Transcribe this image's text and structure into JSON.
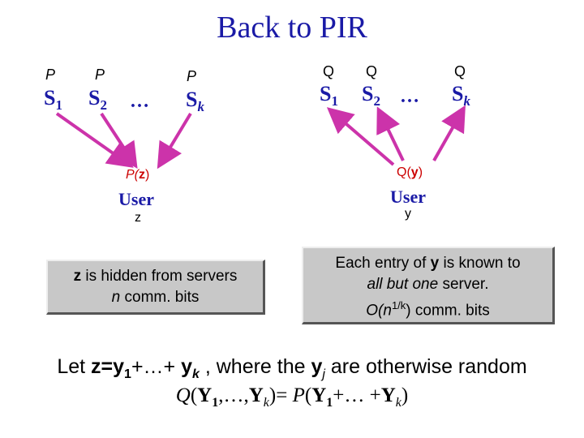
{
  "title": "Back to PIR",
  "left": {
    "query_labels": [
      "P",
      "P",
      "P"
    ],
    "servers": [
      {
        "base": "S",
        "sub": "1"
      },
      {
        "base": "S",
        "sub": "2"
      },
      {
        "base": "S",
        "sub": "k"
      }
    ],
    "dots": "…",
    "func_label": {
      "func": "P(",
      "arg": "z",
      "close": ")"
    },
    "user_label": "User",
    "user_var": "z",
    "box": {
      "line1_bold": "z",
      "line1_rest": " is hidden from servers",
      "line2_n": "n",
      "line2_rest": " comm. bits"
    }
  },
  "right": {
    "query_labels": [
      "Q",
      "Q",
      "Q"
    ],
    "servers": [
      {
        "base": "S",
        "sub": "1"
      },
      {
        "base": "S",
        "sub": "2"
      },
      {
        "base": "S",
        "sub": "k"
      }
    ],
    "dots": "…",
    "func_label": {
      "func": "Q(",
      "arg": "y",
      "close": ")"
    },
    "user_label": "User",
    "user_var": "y",
    "box": {
      "line1_pre": "Each entry of ",
      "line1_bold": "y",
      "line1_post": " is known to",
      "line2_italic": "all but one",
      "line2_rest": " server.",
      "line3_O": "O(",
      "line3_n": "n",
      "line3_exp": "1/k",
      "line3_rest": ") comm. bits"
    }
  },
  "bottom": {
    "line1": {
      "pre": "Let ",
      "z": "z",
      "eq": "=",
      "y1": "y",
      "y1sub": "1",
      "mid": "+…+ ",
      "yk": "y",
      "yksub": "k",
      "post1": " , where the ",
      "yj": "y",
      "yjsub": "j",
      "post2": " are otherwise random"
    },
    "line2": {
      "Q": "Q",
      "open": "(",
      "Y1": "Y",
      "Y1sub": "1",
      "comma_dots": ",…,",
      "Yk": "Y",
      "Yksub": "k",
      "eq": ")= ",
      "P": "P",
      "open2": "(",
      "Y1b": "Y",
      "Y1bsub": "1",
      "plus": "+… +",
      "Ykb": "Y",
      "Ykbsub": "k",
      "close": ")"
    }
  },
  "colors": {
    "blue": "#1a1aa6",
    "arrow": "#cc33aa",
    "red": "#cc0000"
  }
}
